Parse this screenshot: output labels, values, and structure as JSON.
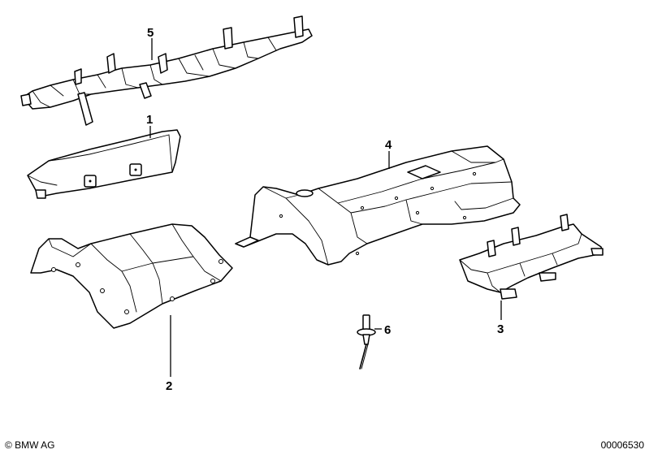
{
  "callouts": {
    "c1": "1",
    "c2": "2",
    "c3": "3",
    "c4": "4",
    "c5": "5",
    "c6": "6"
  },
  "footer": {
    "copyright": "© BMW AG",
    "doc_number": "00006530"
  },
  "colors": {
    "line": "#000000",
    "background": "#ffffff"
  }
}
